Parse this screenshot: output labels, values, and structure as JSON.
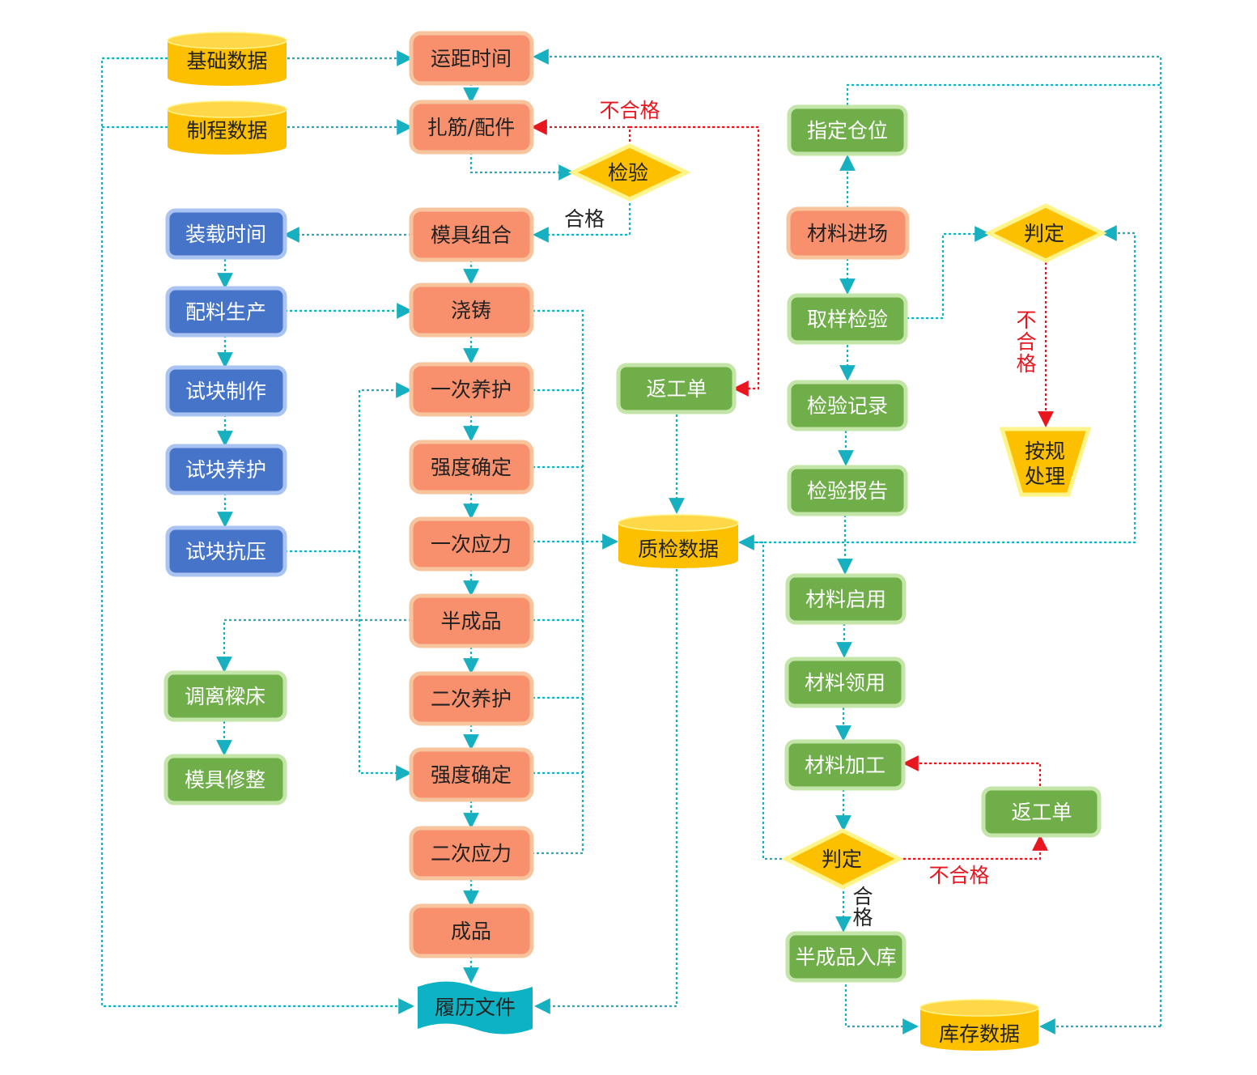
{
  "colors": {
    "process_fill": "#F9906D",
    "process_stroke": "#F7C49E",
    "blue_fill": "#4674C8",
    "blue_stroke": "#A9C4F2",
    "green_fill": "#6FAE49",
    "green_stroke": "#C3E6A8",
    "yellow_fill": "#FCC000",
    "yellow_stroke": "#FFF48A",
    "teal_fill": "#0DB3C4",
    "flow_line": "#17B0C0",
    "reject_line": "#E8161F",
    "dark_text": "#222222",
    "light_text": "#FFFFFF",
    "reject_text": "#E8161F"
  },
  "nodes": {
    "base_data": "基础数据",
    "process_data": "制程数据",
    "transport_time": "运距时间",
    "rebar_parts": "扎筋/配件",
    "inspect": "检验",
    "mold_combine": "模具组合",
    "loading_time": "装载时间",
    "batching": "配料生产",
    "pouring": "浇铸",
    "sample_make": "试块制作",
    "first_cure": "一次养护",
    "sample_cure": "试块养护",
    "strength_1": "强度确定",
    "sample_press": "试块抗压",
    "first_stress": "一次应力",
    "semi_product": "半成品",
    "adjust_bed": "调离樑床",
    "second_cure": "二次养护",
    "mold_repair": "模具修整",
    "strength_2": "强度确定",
    "second_stress": "二次应力",
    "finished": "成品",
    "resume_file": "履历文件",
    "rework_1": "返工单",
    "qc_data": "质检数据",
    "assign_slot": "指定仓位",
    "material_in": "材料进场",
    "judge_top": "判定",
    "sampling": "取样检验",
    "dispose_line1": "按规",
    "dispose_line2": "处理",
    "inspect_record": "检验记录",
    "inspect_report": "检验报告",
    "material_enable": "材料启用",
    "material_draw": "材料领用",
    "material_process": "材料加工",
    "rework_2": "返工单",
    "judge_bottom": "判定",
    "semi_storage": "半成品入库",
    "stock_data": "库存数据"
  },
  "labels": {
    "fail_top": "不合格",
    "pass_mid": "合格",
    "fail_vertical": [
      "不",
      "合",
      "格"
    ],
    "fail_bottom": "不合格",
    "pass_bottom": [
      "合",
      "格"
    ]
  }
}
